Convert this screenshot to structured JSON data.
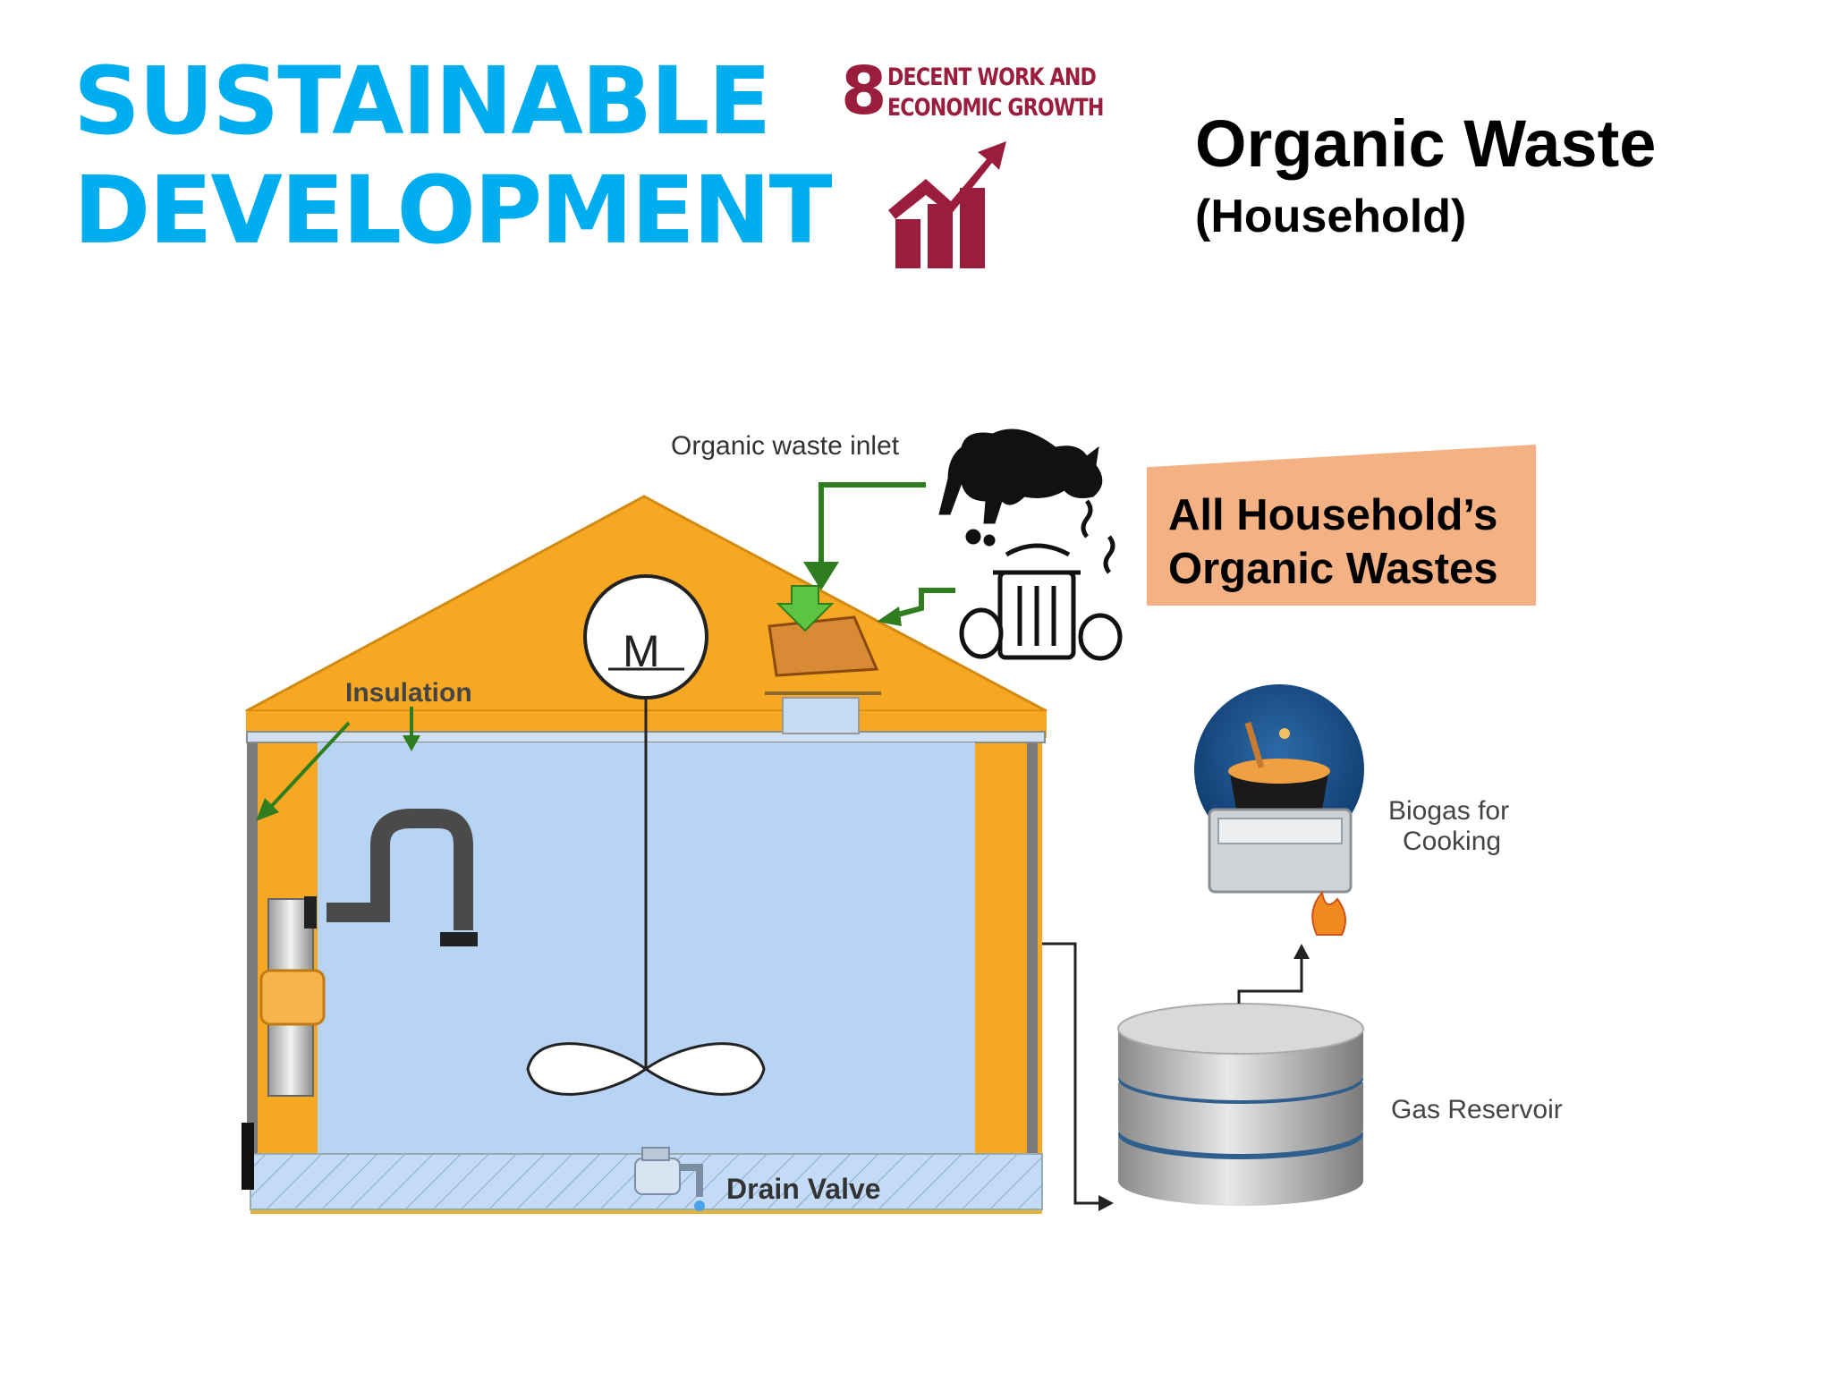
{
  "header": {
    "sdg_line1": "SUSTAINABLE",
    "sdg_line2": "DEVELOPMENT",
    "goal_number": "8",
    "goal_line1": "DECENT WORK AND",
    "goal_line2": "ECONOMIC GROWTH",
    "title": "Organic Waste",
    "subtitle": "(Household)"
  },
  "callout": {
    "line1": "All Household’s",
    "line2": "Organic Wastes"
  },
  "diagram": {
    "organic_waste_inlet": "Organic waste inlet",
    "insulation": "Insulation",
    "motor": "M",
    "drain_valve": "Drain Valve",
    "biogas_line1": "Biogas for",
    "biogas_line2": "Cooking",
    "gas_reservoir": "Gas Reservoir"
  },
  "colors": {
    "sdg_blue": "#00aeef",
    "goal_red": "#9b1d3d",
    "roof_orange": "#f7a823",
    "tank_blue": "#b8d4f4",
    "callout_peach": "#f4b183",
    "arrow_green": "#2f7d1e"
  }
}
